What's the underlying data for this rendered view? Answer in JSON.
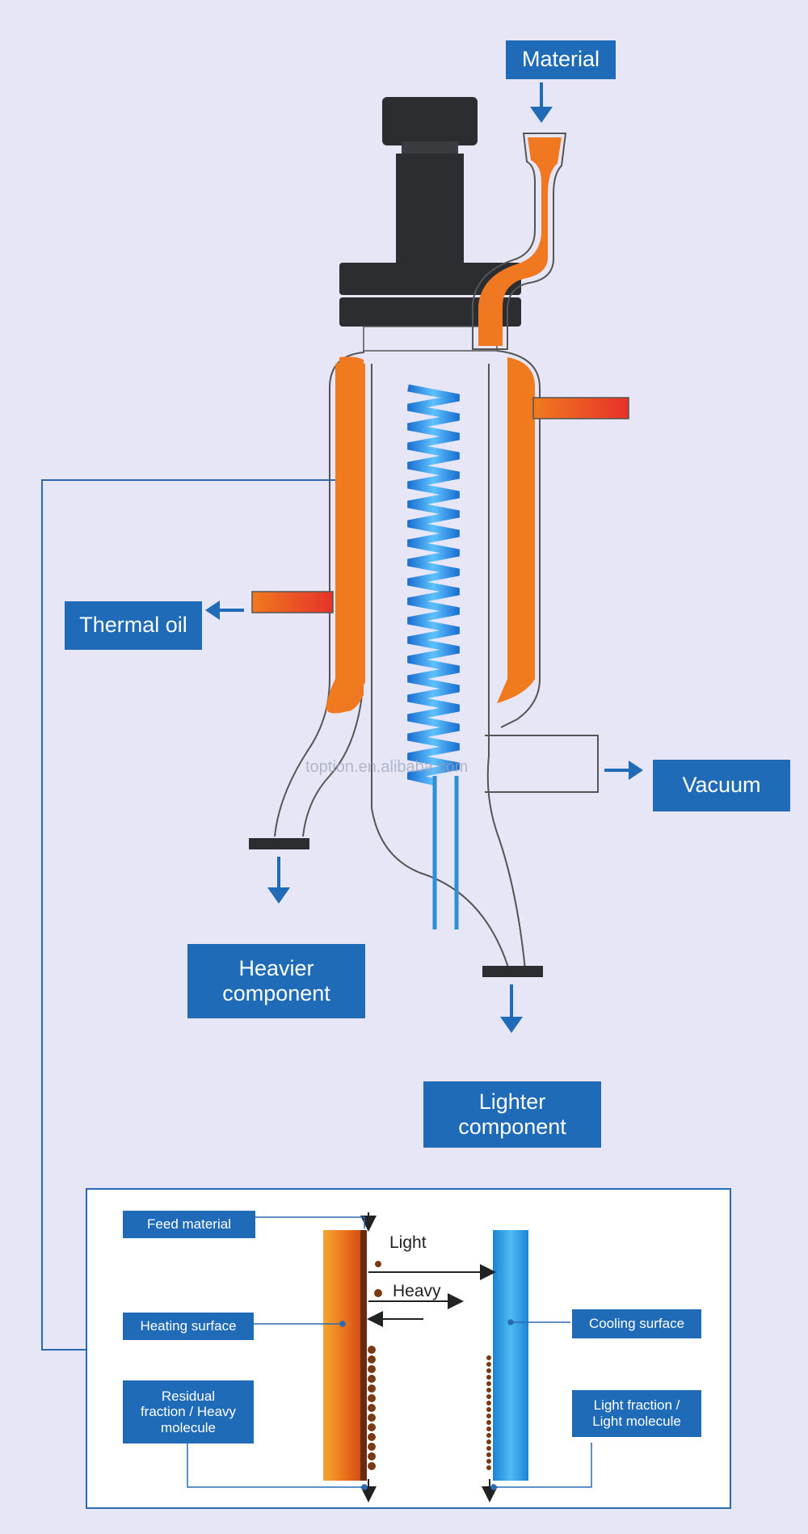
{
  "labels": {
    "material": "Material",
    "thermal_oil": "Thermal oil",
    "vacuum": "Vacuum",
    "heavier_component": "Heavier\ncomponent",
    "lighter_component": "Lighter\ncomponent"
  },
  "inset": {
    "feed_material": "Feed material",
    "heating_surface": "Heating surface",
    "residual": "Residual\nfraction / Heavy\nmolecule",
    "cooling_surface": "Cooling surface",
    "light_fraction": "Light fraction /\nLight molecule",
    "light": "Light",
    "heavy": "Heavy"
  },
  "watermark": "toption.en.alibaba.com",
  "colors": {
    "label_blue": "#1f6bb8",
    "heating_orange": "#f07a1e",
    "coil_blue": "#2e8fd8",
    "motor_dark": "#2b2d30",
    "drop_brown": "#7a3a14"
  }
}
